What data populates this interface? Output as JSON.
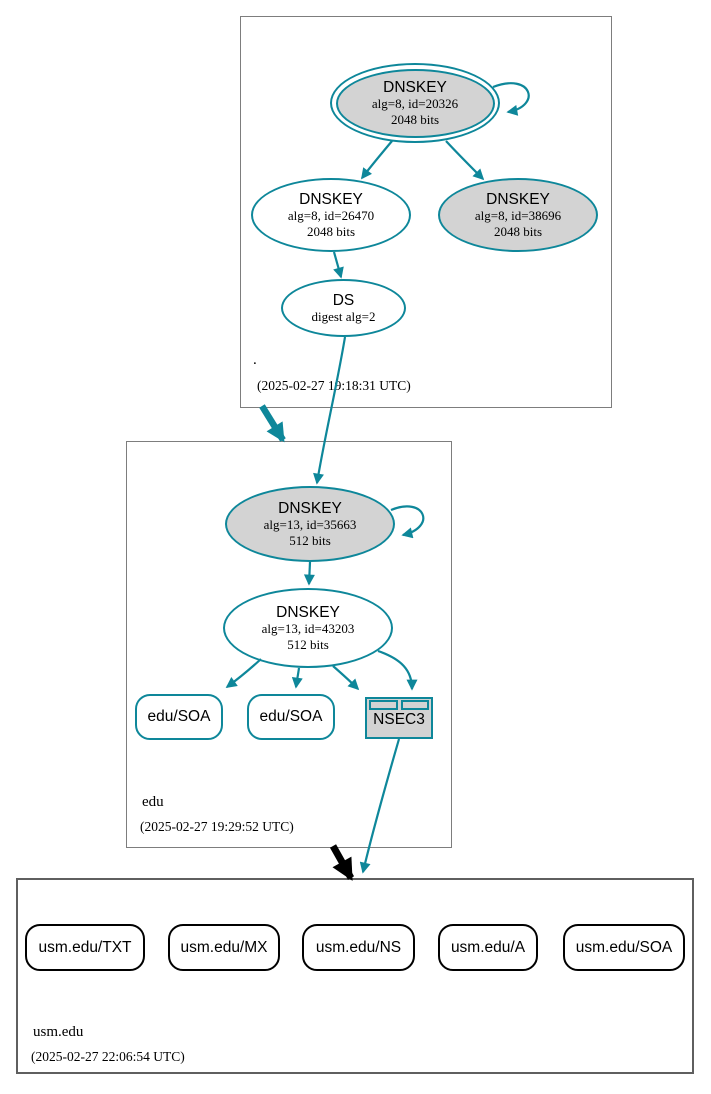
{
  "colors": {
    "accent_teal": "#0e879a",
    "node_gray_fill": "#d3d3d3",
    "zone_box_border": "#7d7d7d",
    "insecure_black": "#000000"
  },
  "zones": {
    "root": {
      "label": ".",
      "timestamp": "(2025-02-27 19:18:31 UTC)"
    },
    "edu": {
      "label": "edu",
      "timestamp": "(2025-02-27 19:29:52 UTC)"
    },
    "usm_edu": {
      "label": "usm.edu",
      "timestamp": "(2025-02-27 22:06:54 UTC)"
    }
  },
  "nodes": {
    "root_ksk": {
      "title": "DNSKEY",
      "detail1": "alg=8, id=20326",
      "detail2": "2048 bits"
    },
    "root_zsk": {
      "title": "DNSKEY",
      "detail1": "alg=8, id=26470",
      "detail2": "2048 bits"
    },
    "root_key2": {
      "title": "DNSKEY",
      "detail1": "alg=8, id=38696",
      "detail2": "2048 bits"
    },
    "root_ds": {
      "title": "DS",
      "detail1": "digest alg=2"
    },
    "edu_ksk": {
      "title": "DNSKEY",
      "detail1": "alg=13, id=35663",
      "detail2": "512 bits"
    },
    "edu_zsk": {
      "title": "DNSKEY",
      "detail1": "alg=13, id=43203",
      "detail2": "512 bits"
    },
    "edu_soa1": {
      "label": "edu/SOA"
    },
    "edu_soa2": {
      "label": "edu/SOA"
    },
    "edu_nsec3": {
      "label": "NSEC3"
    },
    "usm_txt": {
      "label": "usm.edu/TXT"
    },
    "usm_mx": {
      "label": "usm.edu/MX"
    },
    "usm_ns": {
      "label": "usm.edu/NS"
    },
    "usm_a": {
      "label": "usm.edu/A"
    },
    "usm_soa": {
      "label": "usm.edu/SOA"
    }
  }
}
